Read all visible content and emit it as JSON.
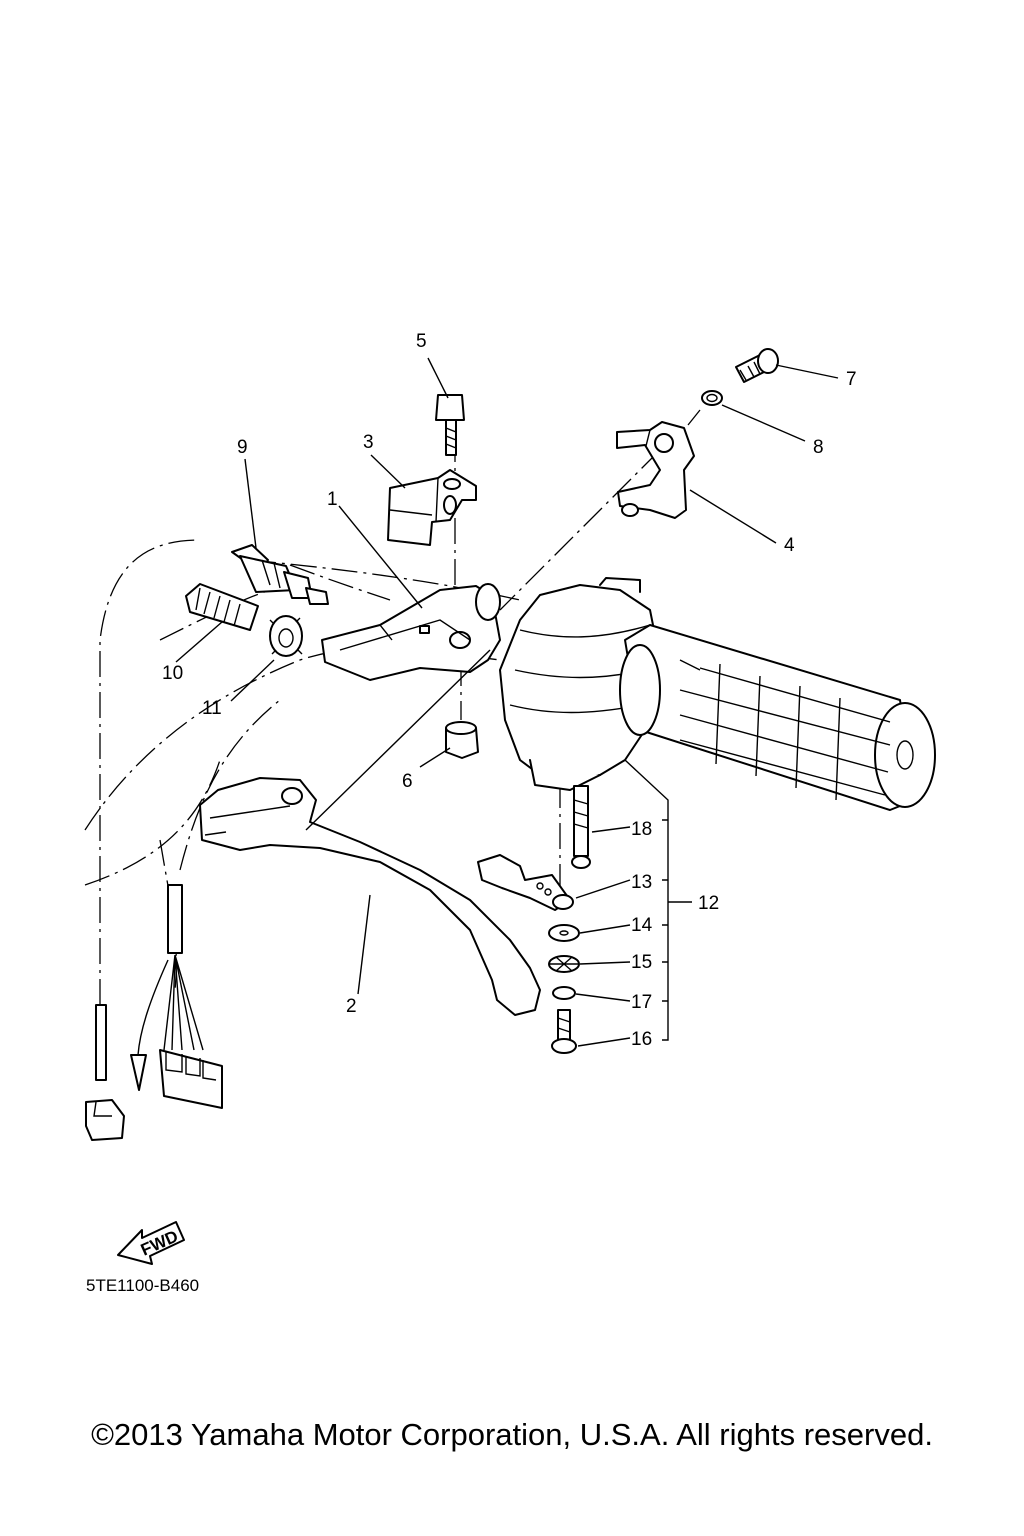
{
  "diagram": {
    "drawing_code": "5TE1100-B460",
    "fwd_label": "FWD",
    "copyright": "©2013 Yamaha Motor Corporation, U.S.A. All rights reserved.",
    "callouts": [
      {
        "id": "1",
        "label": "1"
      },
      {
        "id": "2",
        "label": "2"
      },
      {
        "id": "3",
        "label": "3"
      },
      {
        "id": "4",
        "label": "4"
      },
      {
        "id": "5",
        "label": "5"
      },
      {
        "id": "6",
        "label": "6"
      },
      {
        "id": "7",
        "label": "7"
      },
      {
        "id": "8",
        "label": "8"
      },
      {
        "id": "9",
        "label": "9"
      },
      {
        "id": "10",
        "label": "10"
      },
      {
        "id": "11",
        "label": "11"
      },
      {
        "id": "12",
        "label": "12"
      },
      {
        "id": "13",
        "label": "13"
      },
      {
        "id": "14",
        "label": "14"
      },
      {
        "id": "15",
        "label": "15"
      },
      {
        "id": "16",
        "label": "16"
      },
      {
        "id": "17",
        "label": "17"
      },
      {
        "id": "18",
        "label": "18"
      }
    ]
  }
}
